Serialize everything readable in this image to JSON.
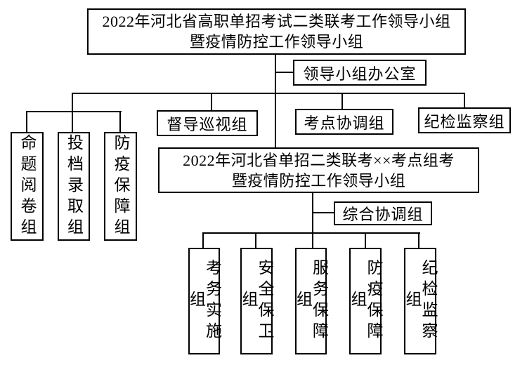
{
  "org_chart": {
    "provincial_group": {
      "title_line1": "2022年河北省高职单招考试二类联考工作领导小组",
      "title_line2": "暨疫情防控工作领导小组"
    },
    "office": {
      "label": "领导小组办公室"
    },
    "provincial_subgroups_vertical": [
      {
        "label": "命题阅卷组"
      },
      {
        "label": "投档录取组"
      },
      {
        "label": "防疫保障组"
      }
    ],
    "provincial_subgroups_horizontal": [
      {
        "label": "督导巡视组"
      },
      {
        "label": "考点协调组"
      },
      {
        "label": "纪检监察组"
      }
    ],
    "site_group": {
      "title_line1": "2022年河北省单招二类联考××考点组考",
      "title_line2": "暨疫情防控工作领导小组"
    },
    "coordination_office": {
      "label": "综合协调组"
    },
    "site_subgroups": [
      {
        "label": "考务实施组"
      },
      {
        "label": "安全保卫组"
      },
      {
        "label": "服务保障组"
      },
      {
        "label": "防疫保障组"
      },
      {
        "label": "纪检监察组"
      }
    ],
    "colors": {
      "line": "#000000",
      "box_border": "#000000",
      "background": "#ffffff",
      "text": "#000000"
    }
  }
}
